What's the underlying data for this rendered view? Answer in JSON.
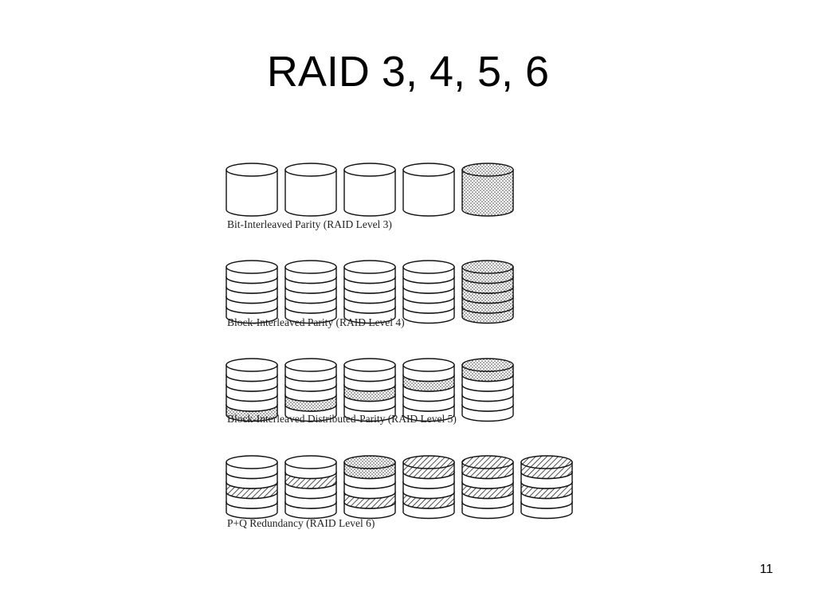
{
  "slide": {
    "title": "RAID 3, 4, 5, 6",
    "page_number": "11"
  },
  "raid_levels": [
    {
      "caption": "Bit-Interleaved Parity (RAID Level 3)",
      "disks": [
        {
          "kind": "bit",
          "parity": []
        },
        {
          "kind": "bit",
          "parity": []
        },
        {
          "kind": "bit",
          "parity": []
        },
        {
          "kind": "bit",
          "parity": []
        },
        {
          "kind": "bit",
          "parity": [
            "all"
          ]
        }
      ]
    },
    {
      "caption": "Block-Interleaved Parity (RAID Level 4)",
      "disks": [
        {
          "kind": "block",
          "parity": []
        },
        {
          "kind": "block",
          "parity": []
        },
        {
          "kind": "block",
          "parity": []
        },
        {
          "kind": "block",
          "parity": []
        },
        {
          "kind": "block",
          "parity": [
            "all"
          ]
        }
      ]
    },
    {
      "caption": "Block-Interleaved Distributed-Parity (RAID Level 5)",
      "disks": [
        {
          "kind": "block",
          "parity": [
            {
              "band": 4,
              "pattern": "dots"
            }
          ]
        },
        {
          "kind": "block",
          "parity": [
            {
              "band": 3,
              "pattern": "dots"
            }
          ]
        },
        {
          "kind": "block",
          "parity": [
            {
              "band": 2,
              "pattern": "dots"
            }
          ]
        },
        {
          "kind": "block",
          "parity": [
            {
              "band": 1,
              "pattern": "dots"
            }
          ]
        },
        {
          "kind": "block",
          "parity": [
            {
              "band": 0,
              "pattern": "dots"
            }
          ]
        }
      ]
    },
    {
      "caption": "P+Q Redundancy (RAID Level 6)",
      "disks": [
        {
          "kind": "block",
          "parity": [
            {
              "band": 2,
              "pattern": "hatch"
            }
          ]
        },
        {
          "kind": "block",
          "parity": [
            {
              "band": 1,
              "pattern": "hatch"
            }
          ]
        },
        {
          "kind": "block",
          "parity": [
            {
              "band": 0,
              "pattern": "dots"
            },
            {
              "band": 3,
              "pattern": "hatch"
            }
          ]
        },
        {
          "kind": "block",
          "parity": [
            {
              "band": 0,
              "pattern": "hatch"
            },
            {
              "band": 3,
              "pattern": "hatch"
            }
          ]
        },
        {
          "kind": "block",
          "parity": [
            {
              "band": 0,
              "pattern": "hatch"
            },
            {
              "band": 2,
              "pattern": "hatch"
            }
          ]
        },
        {
          "kind": "block",
          "parity": [
            {
              "band": 0,
              "pattern": "hatch"
            },
            {
              "band": 2,
              "pattern": "hatch"
            }
          ]
        }
      ]
    }
  ]
}
